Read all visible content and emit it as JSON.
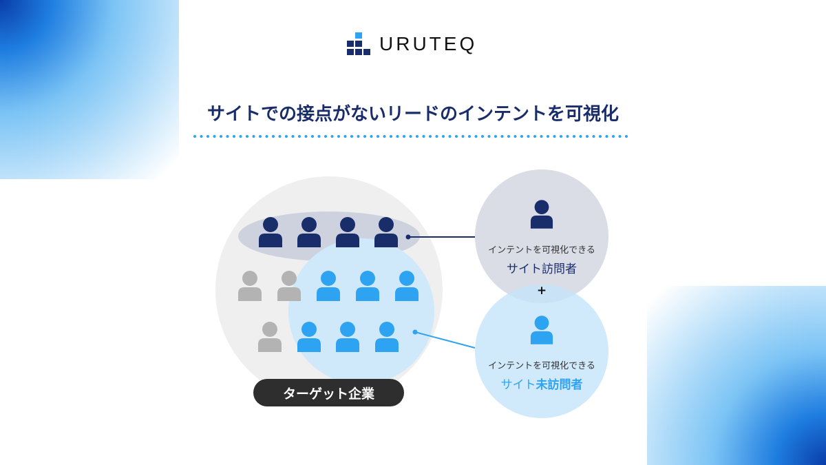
{
  "logo": {
    "text": "URUTEQ"
  },
  "title": "サイトでの接点がないリードのインテントを可視化",
  "visitors": {
    "caption": "インテントを可視化できる",
    "label": "サイト訪問者"
  },
  "plus": "+",
  "non_visitors": {
    "caption": "インテントを可視化できる",
    "label_prefix": "サイト",
    "label_emph": "未訪問者"
  },
  "target_label": "ターゲット企業",
  "colors": {
    "navy": "#1a2d6b",
    "blue": "#2ea3f2",
    "grey": "#b3b3b3"
  }
}
